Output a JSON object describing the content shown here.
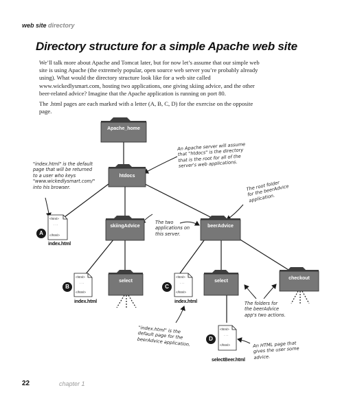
{
  "header": {
    "section": "web site",
    "subsection": "directory"
  },
  "title": "Directory structure for a simple Apache web site",
  "paragraphs": [
    "We’ll talk more about Apache and Tomcat later, but for now let’s assume that our simple web site is using Apache (the extremely popular, open source web server you’re probably already using).  What would the directory structure look like for a web site called www.wickedlysmart.com, hosting two applications, one giving skiing advice, and the other beer-related advice? Imagine that the Apache application is running on port 80.",
    "The .html pages are each marked with a letter (A, B, C, D) for the exercise on the opposite page."
  ],
  "folders": {
    "apache_home": "Apache_home",
    "htdocs": "htdocs",
    "skiing": "skiingAdvice",
    "beer": "beerAdvice",
    "select_ski": "select",
    "select_beer": "select",
    "checkout": "checkout"
  },
  "documents": {
    "open_tag": "<html>",
    "close_tag": "</html>",
    "dots": ". . .",
    "a": {
      "letter": "A",
      "filename": "index.html"
    },
    "b": {
      "letter": "B",
      "filename": "index.html"
    },
    "c": {
      "letter": "C",
      "filename": "index.html"
    },
    "d": {
      "letter": "D",
      "filename": "selectBeer.html"
    }
  },
  "annotations": {
    "index_default": [
      "\"index.html\" is the default",
      "page that will be returned",
      "to a user who keys",
      "\"www.wickedlysmart.com/\"",
      "into his browser."
    ],
    "htdocs_root": [
      "An Apache server will assume",
      "that \"htdocs\" is the directory",
      "that is the root for all of the",
      "server's web applications."
    ],
    "beer_root": [
      "The root folder",
      "for the beerAdvice",
      "application."
    ],
    "two_apps": [
      "The two",
      "applications on",
      "this server."
    ],
    "beer_actions": [
      "The folders for",
      "the beerAdvice",
      "app's two actions."
    ],
    "beer_default": [
      "\"index.html\" is the",
      "default page for the",
      "beerAdvice application."
    ],
    "html_page": [
      "An HTML page that",
      "gives the user some",
      "advice."
    ]
  },
  "footer": {
    "page_number": "22",
    "chapter": "chapter 1"
  },
  "colors": {
    "folder_front": "#777777",
    "folder_back": "#3f3f3f",
    "ink": "#1a1a1a"
  }
}
